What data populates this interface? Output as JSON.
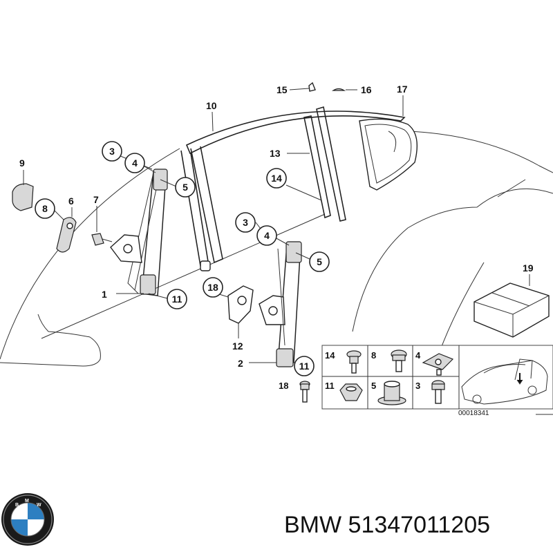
{
  "callouts": {
    "p3a": "3",
    "p4a": "4",
    "p5a": "5",
    "p8": "8",
    "p11a": "11",
    "p3b": "3",
    "p4b": "4",
    "p5b": "5",
    "p11b": "11",
    "p14": "14",
    "p18": "18"
  },
  "labels": {
    "l1": "1",
    "l2": "2",
    "l6": "6",
    "l7": "7",
    "l9": "9",
    "l10": "10",
    "l12": "12",
    "l13": "13",
    "l15": "15",
    "l16": "16",
    "l17": "17",
    "l19": "19"
  },
  "hardware_table": {
    "top_row": [
      "14",
      "8",
      "4"
    ],
    "bottom_row": [
      "18",
      "11",
      "5",
      "3"
    ]
  },
  "diagram_code": "00018341",
  "brand": {
    "name": "BMW",
    "part_number": "51347011205"
  },
  "colors": {
    "line": "#222222",
    "logo_blue": "#2d7fc1",
    "logo_ring": "#1a1a1a"
  },
  "icons": {
    "logo": "bmw-roundel-icon"
  }
}
